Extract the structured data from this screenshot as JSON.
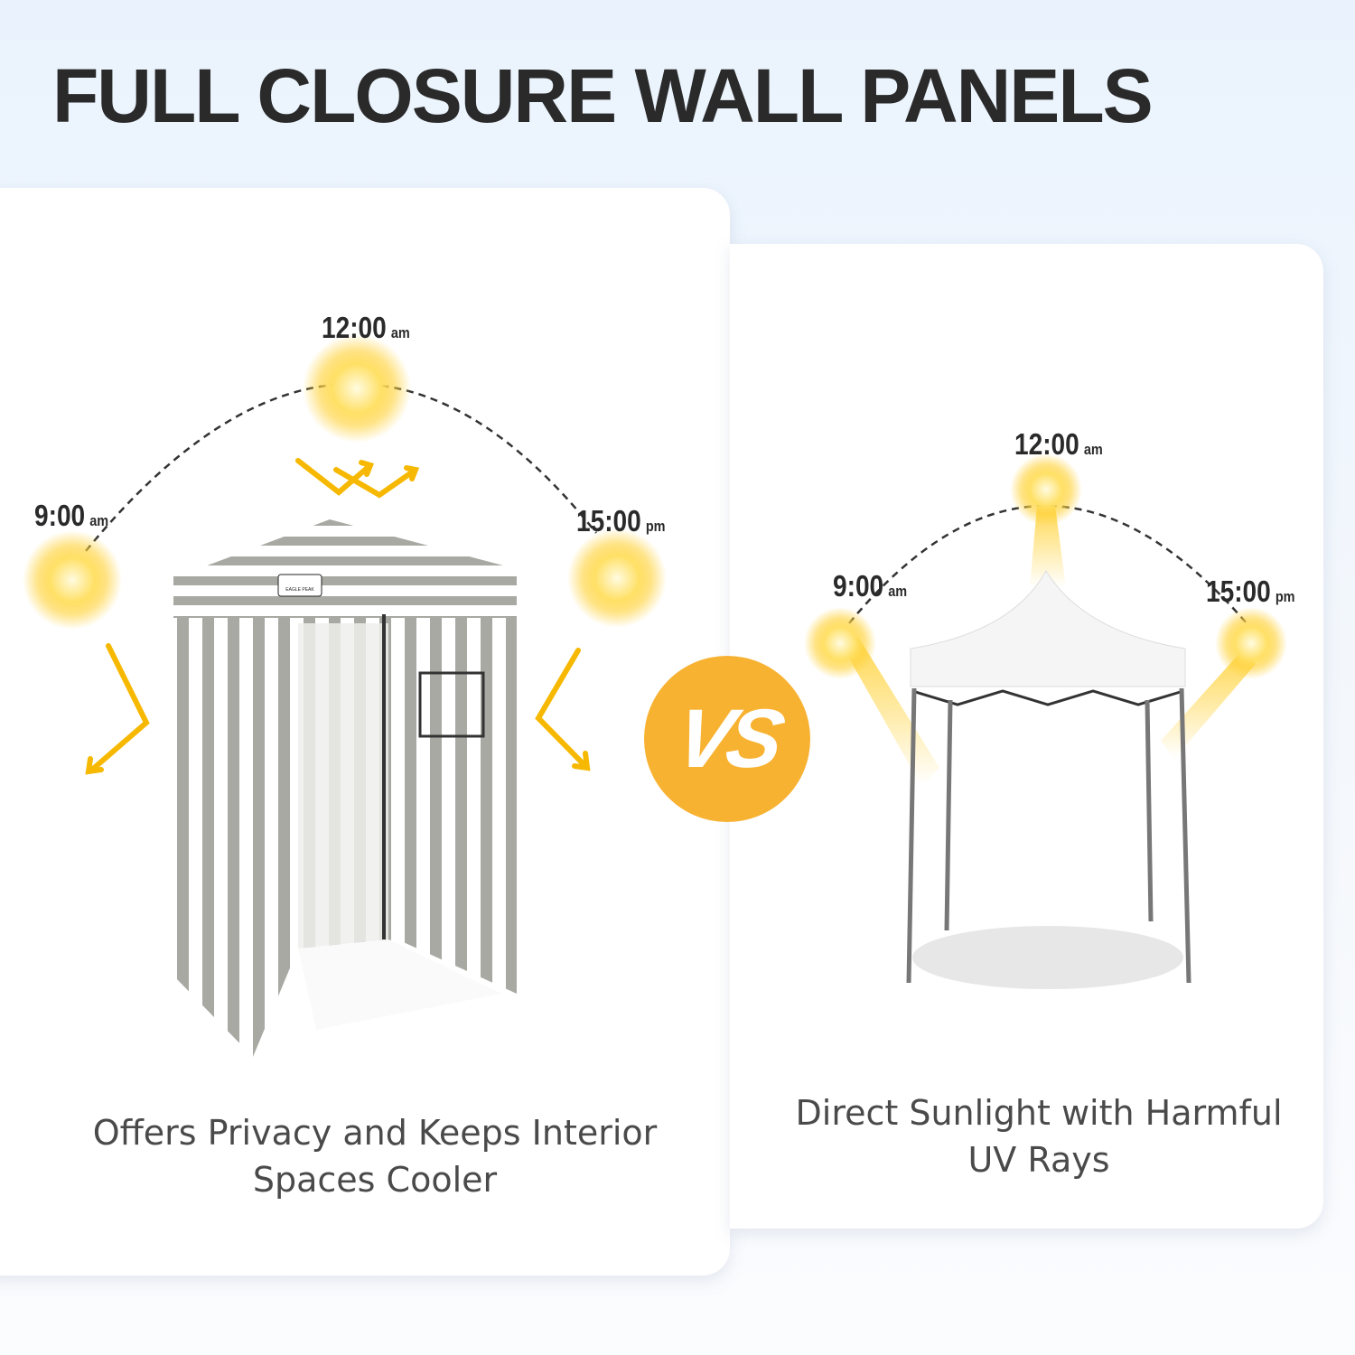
{
  "title": "FULL CLOSURE WALL PANELS",
  "vs_label": "VS",
  "colors": {
    "accent": "#f8b232",
    "sun": "#ffd84a",
    "text": "#2a2a2a"
  },
  "left": {
    "times": [
      {
        "time": "9:00",
        "period": "am"
      },
      {
        "time": "12:00",
        "period": "am"
      },
      {
        "time": "15:00",
        "period": "pm"
      }
    ],
    "brand": "EAGLE PEAK",
    "caption_line1": "Offers Privacy and Keeps Interior",
    "caption_line2": "Spaces Cooler"
  },
  "right": {
    "times": [
      {
        "time": "9:00",
        "period": "am"
      },
      {
        "time": "12:00",
        "period": "am"
      },
      {
        "time": "15:00",
        "period": "pm"
      }
    ],
    "caption_line1": "Direct Sunlight with Harmful",
    "caption_line2": "UV Rays"
  }
}
